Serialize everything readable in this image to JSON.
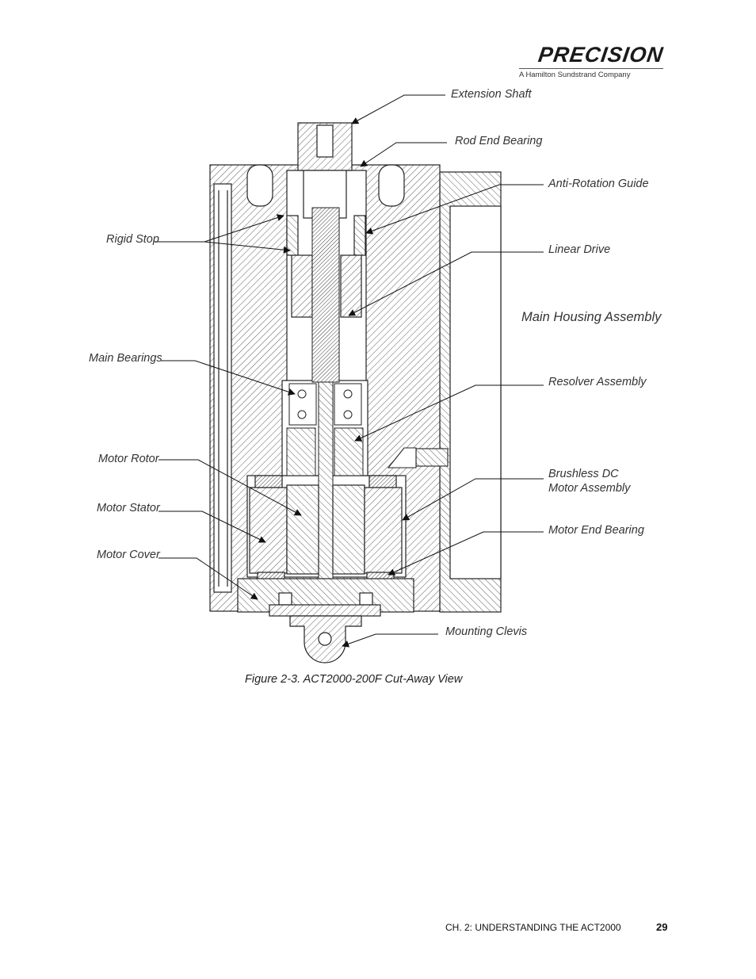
{
  "header": {
    "logo_text": "PRECISION",
    "logo_sub": "A Hamilton Sundstrand Company"
  },
  "figure": {
    "labels": {
      "extension_shaft": "Extension Shaft",
      "rod_end_bearing": "Rod End Bearing",
      "anti_rotation_guide": "Anti-Rotation Guide",
      "rigid_stop": "Rigid Stop",
      "linear_drive": "Linear Drive",
      "main_housing": "Main Housing Assembly",
      "main_bearings": "Main Bearings",
      "resolver_assembly": "Resolver Assembly",
      "motor_rotor": "Motor Rotor",
      "brushless_line1": "Brushless DC",
      "brushless_line2": "Motor Assembly",
      "motor_stator": "Motor Stator",
      "motor_end_bearing": "Motor End Bearing",
      "motor_cover": "Motor Cover",
      "mounting_clevis": "Mounting Clevis"
    },
    "caption": "Figure 2-3.  ACT2000-200F Cut-Away View"
  },
  "footer": {
    "chapter": "CH. 2: UNDERSTANDING THE ACT2000",
    "page_number": "29"
  }
}
